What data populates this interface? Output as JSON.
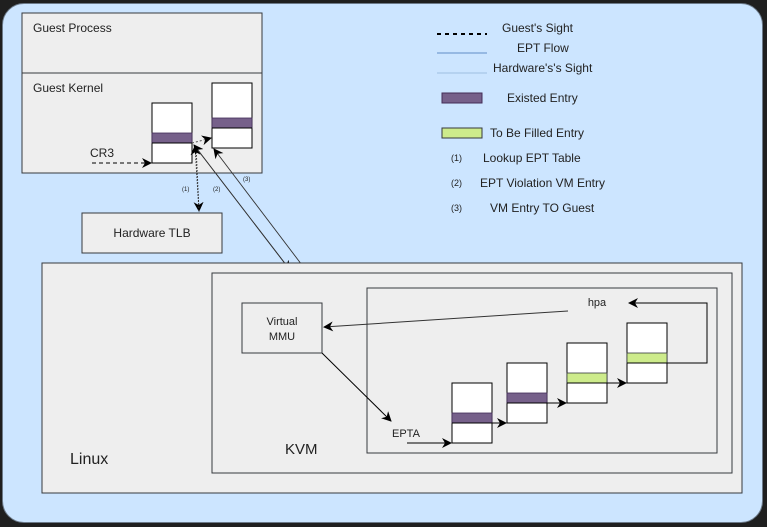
{
  "boxes": {
    "guest_process": "Guest Process",
    "guest_kernel": "Guest Kernel",
    "hardware_tlb": "Hardware TLB",
    "linux": "Linux",
    "kvm": "KVM",
    "virtual_mmu_line1": "Virtual",
    "virtual_mmu_line2": "MMU"
  },
  "labels": {
    "cr3": "CR3",
    "epta": "EPTA",
    "hpa": "hpa",
    "step1": "(1)",
    "step2": "(2)",
    "step3": "(3)"
  },
  "legend": [
    {
      "style": "dashed-line",
      "label": "Guest's Sight"
    },
    {
      "style": "solid-line",
      "label": "EPT Flow"
    },
    {
      "style": "thin-line",
      "label": "Hardware's's Sight"
    },
    {
      "style": "swatch",
      "color": "#76608a",
      "label": "Existed Entry"
    },
    {
      "style": "swatch",
      "color": "#cdeb8b",
      "label": "To Be Filled Entry"
    },
    {
      "style": "number",
      "num": "(1)",
      "label": "Lookup EPT Table"
    },
    {
      "style": "number",
      "num": "(2)",
      "label": "EPT Violation VM Entry"
    },
    {
      "style": "number",
      "num": "(3)",
      "label": "VM Entry TO Guest"
    }
  ],
  "colors": {
    "existed_entry": "#76608a",
    "to_be_filled_entry": "#cdeb8b",
    "background": "#cce5ff",
    "box_fill": "#eeeeee"
  }
}
